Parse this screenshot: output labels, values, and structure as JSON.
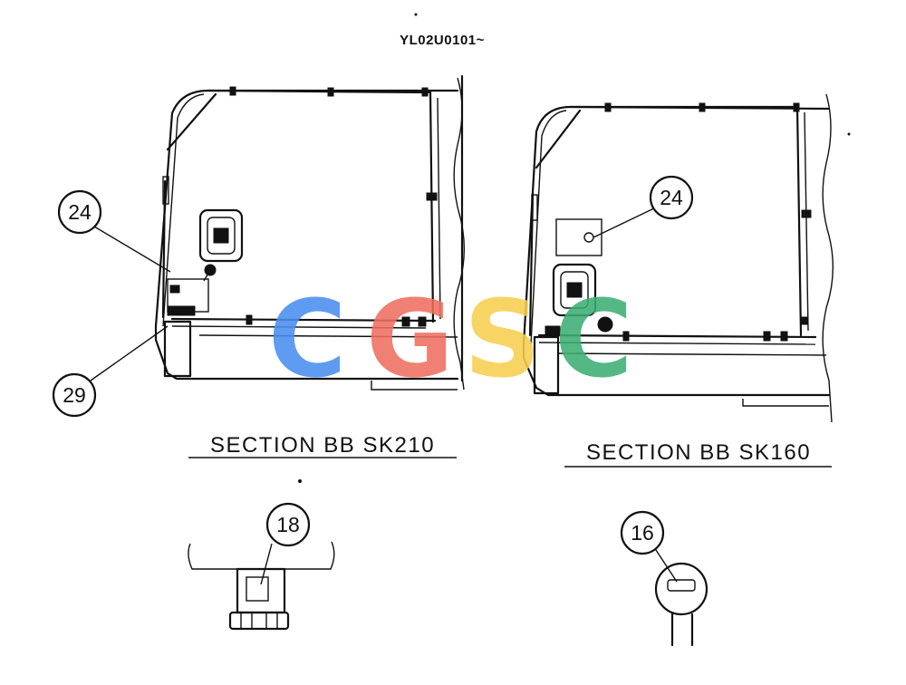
{
  "drawing_code": "YL02U0101~",
  "sections": [
    {
      "label": "SECTION BB SK210"
    },
    {
      "label": "SECTION BB SK160"
    }
  ],
  "callouts": {
    "left_top": "24",
    "left_bottom": "29",
    "right_top": "24",
    "detail_left": "18",
    "detail_right": "16"
  },
  "watermark": {
    "letters": [
      "C",
      "G",
      "S",
      "C"
    ],
    "colors": [
      "#4a8ff0",
      "#ef6f60",
      "#f6cf4f",
      "#3daf75"
    ]
  }
}
